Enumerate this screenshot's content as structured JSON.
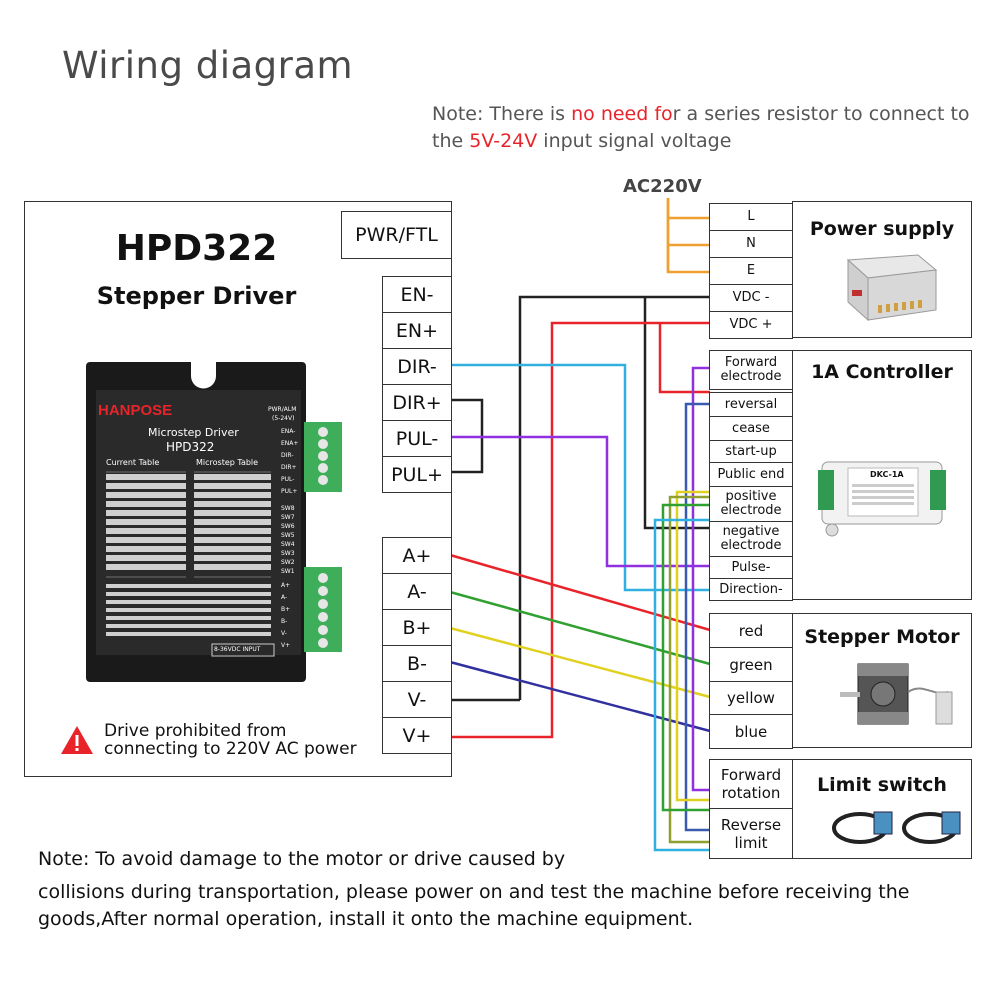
{
  "title": "Wiring diagram",
  "note_top": {
    "p1": "Note: There is ",
    "p2": "no need fo",
    "p3": "r a series resistor to connect to",
    "p4": "the ",
    "p5": "5V-24V",
    "p6": " input signal voltage"
  },
  "ac_label": "AC220V",
  "driver": {
    "title": "HPD322",
    "subtitle": "Stepper Driver",
    "pwr_label": "PWR/FTL",
    "pins_top": [
      "EN-",
      "EN+",
      "DIR-",
      "DIR+",
      "PUL-",
      "PUL+"
    ],
    "pins_bottom": [
      "A+",
      "A-",
      "B+",
      "B-",
      "V-",
      "V+"
    ],
    "warning_line1": "Drive prohibited from",
    "warning_line2": "connecting to 220V AC power",
    "image": {
      "brand": "HANPOSE",
      "model_label": "Microstep Driver",
      "model": "HPD322",
      "current_table": "Current Table",
      "microstep_table": "Microstep Table",
      "pwr_alm": "PWR/ALM",
      "voltage_range": "(5-24V)",
      "input_label": "8-36VDC INPUT",
      "right_pins_top": [
        "ENA-",
        "ENA+",
        "DIR-",
        "DIR+",
        "PUL-",
        "PUL+"
      ],
      "sw_labels": [
        "SW8",
        "SW7",
        "SW6",
        "SW5",
        "SW4",
        "SW3",
        "SW2",
        "SW1"
      ],
      "right_pins_bottom": [
        "A+",
        "A-",
        "B+",
        "B-",
        "V-",
        "V+"
      ]
    }
  },
  "power_supply": {
    "title": "Power supply",
    "terminals": [
      "L",
      "N",
      "E",
      "VDC -",
      "VDC +"
    ]
  },
  "controller": {
    "title": "1A Controller",
    "terminals": [
      "Forward electrode",
      "reversal",
      "cease",
      "start-up",
      "Public end",
      "positive electrode",
      "negative electrode",
      "Pulse-",
      "Direction-"
    ],
    "device_label": "DKC-1A"
  },
  "motor": {
    "title": "Stepper Motor",
    "terminals": [
      "red",
      "green",
      "yellow",
      "blue"
    ]
  },
  "limit_switch": {
    "title": "Limit switch",
    "terminals": [
      "Forward rotation",
      "Reverse limit"
    ]
  },
  "note_bottom": {
    "line1": "Note: To avoid damage to the motor or drive caused by",
    "line2": "collisions during transportation, please power on and test the machine before receiving the",
    "line3": "goods,After normal operation, install it onto the machine equipment."
  },
  "colors": {
    "red": "#e8242a",
    "black": "#222222",
    "orange": "#f0a030",
    "cyan": "#30b0e0",
    "purple": "#9030e0",
    "green": "#30a030",
    "yellow": "#e0d020",
    "blue": "#3030a0",
    "olive": "#90a030",
    "teal": "#3a8aa0"
  }
}
